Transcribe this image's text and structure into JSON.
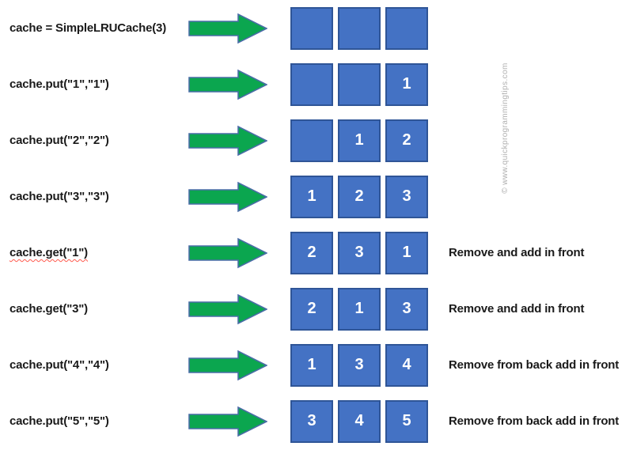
{
  "watermark": "© www.quickprogrammingtips.com",
  "colors": {
    "box_fill": "#4472c4",
    "box_border": "#2f5597",
    "arrow_fill": "#0ba64f",
    "arrow_border": "#4a6da7",
    "squiggle_color": "#ff5a4e",
    "watermark_color": "#b0b0b0"
  },
  "rows": [
    {
      "label": "cache = SimpleLRUCache(3)",
      "boxes": [
        "",
        "",
        ""
      ],
      "annotation": ""
    },
    {
      "label": "cache.put(\"1\",\"1\")",
      "boxes": [
        "",
        "",
        "1"
      ],
      "annotation": ""
    },
    {
      "label": "cache.put(\"2\",\"2\")",
      "boxes": [
        "",
        "1",
        "2"
      ],
      "annotation": ""
    },
    {
      "label": "cache.put(\"3\",\"3\")",
      "boxes": [
        "1",
        "2",
        "3"
      ],
      "annotation": ""
    },
    {
      "label": "cache.get(\"1\")",
      "boxes": [
        "2",
        "3",
        "1"
      ],
      "annotation": "Remove and add in front",
      "misspelled": true
    },
    {
      "label": "cache.get(\"3\")",
      "boxes": [
        "2",
        "1",
        "3"
      ],
      "annotation": "Remove and add in front"
    },
    {
      "label": "cache.put(\"4\",\"4\")",
      "boxes": [
        "1",
        "3",
        "4"
      ],
      "annotation": "Remove from back add in front"
    },
    {
      "label": "cache.put(\"5\",\"5\")",
      "boxes": [
        "3",
        "4",
        "5"
      ],
      "annotation": "Remove from back add in front"
    }
  ]
}
